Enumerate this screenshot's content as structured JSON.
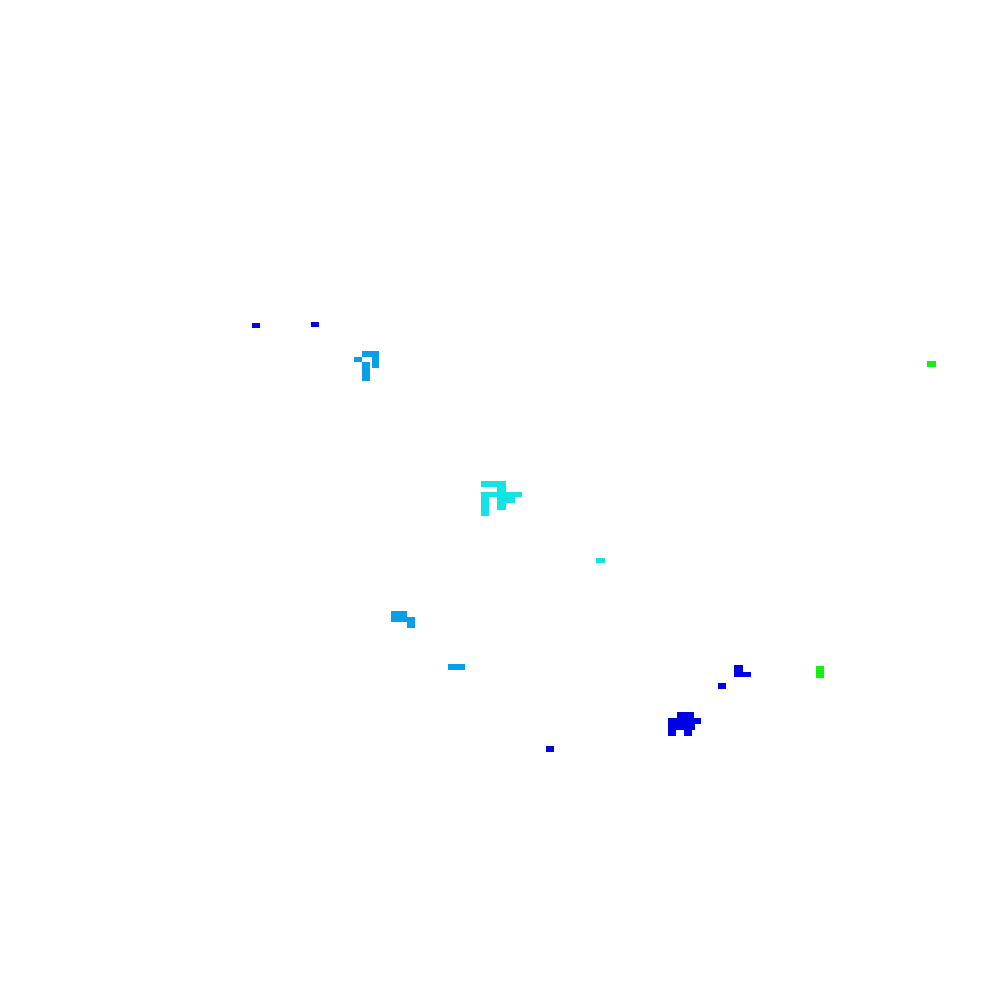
{
  "background": "#ffffff",
  "palette": {
    "blue": "#0000e6",
    "sky": "#0a9ee8",
    "cyan": "#10e4e4",
    "green": "#12f012"
  },
  "blobs": [
    {
      "name": "blue-blob-1",
      "color": "blue"
    },
    {
      "name": "blue-blob-2",
      "color": "blue"
    },
    {
      "name": "sky-blob-1",
      "color": "sky"
    },
    {
      "name": "green-blob-1",
      "color": "green"
    },
    {
      "name": "cyan-blob-1",
      "color": "cyan"
    },
    {
      "name": "cyan-blob-2",
      "color": "cyan"
    },
    {
      "name": "sky-blob-2",
      "color": "sky"
    },
    {
      "name": "sky-blob-3",
      "color": "sky"
    },
    {
      "name": "blue-blob-3",
      "color": "blue"
    },
    {
      "name": "blue-blob-4",
      "color": "blue"
    },
    {
      "name": "green-blob-2",
      "color": "green"
    },
    {
      "name": "blue-blob-5",
      "color": "blue"
    },
    {
      "name": "blue-blob-6",
      "color": "blue"
    }
  ]
}
